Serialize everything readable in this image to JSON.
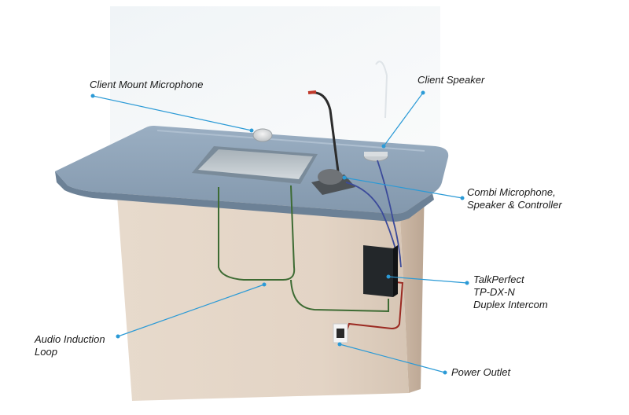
{
  "labels": {
    "client_mount_microphone": "Client Mount Microphone",
    "client_speaker": "Client Speaker",
    "combi_microphone": "Combi Microphone,\nSpeaker & Controller",
    "talkperfect": "TalkPerfect\nTP-DX-N\nDuplex Intercom",
    "audio_induction_loop": "Audio Induction\nLoop",
    "power_outlet": "Power Outlet"
  },
  "colors": {
    "callout_line": "#2b9ad6",
    "loop_wire": "#3d6b33",
    "power_wire": "#9b2a22",
    "speaker_wire": "#3b4a9a",
    "counter_top": "#8fa3b8",
    "cabinet": "#e2d3c4"
  }
}
